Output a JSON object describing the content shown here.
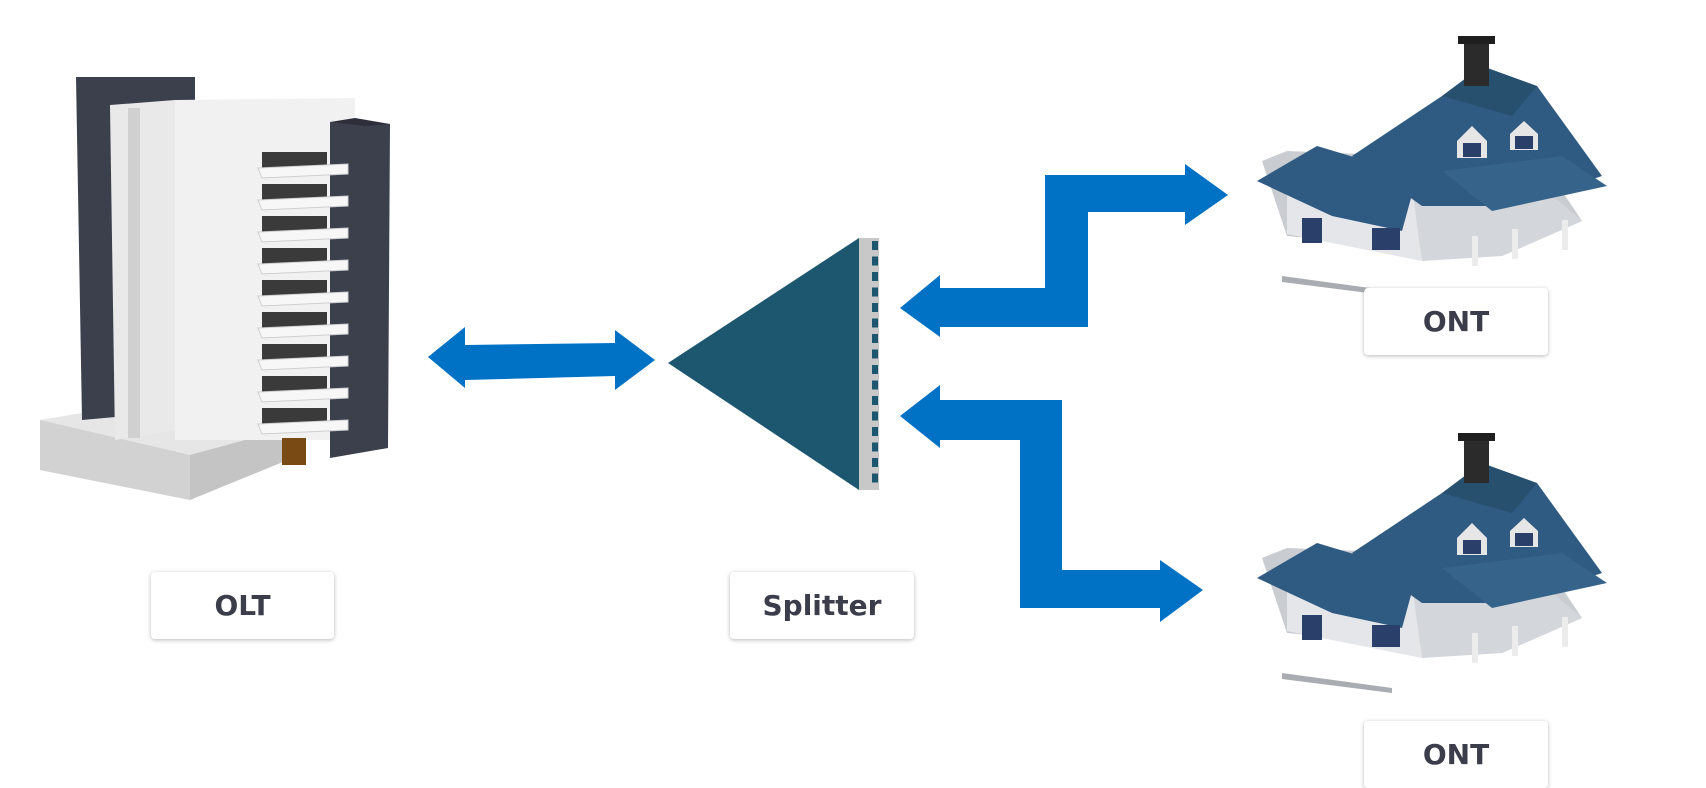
{
  "labels": {
    "olt": "OLT",
    "splitter": "Splitter",
    "ont_top": "ONT",
    "ont_bottom": "ONT"
  },
  "icons": {
    "olt": "office-building-icon",
    "splitter": "optical-splitter-icon",
    "ont_top": "house-icon",
    "ont_bottom": "house-icon"
  },
  "colors": {
    "arrow": "#0072c6",
    "splitter": "#1d566f",
    "roof": "#2f5a82",
    "label_text": "#3b3d4a"
  }
}
